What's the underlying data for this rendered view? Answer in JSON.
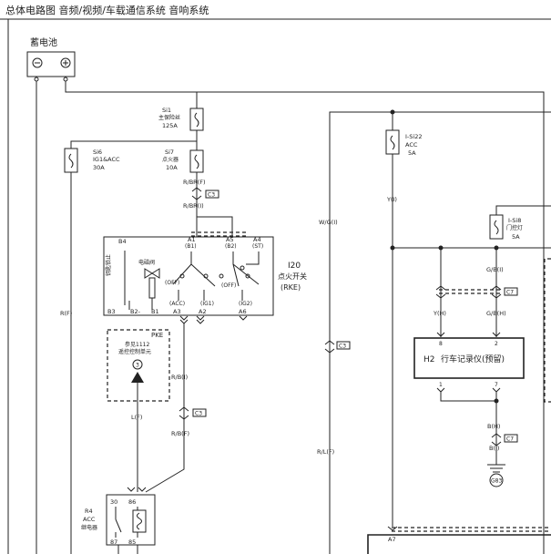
{
  "header": {
    "title": "总体电路图 音频/视频/车载通信系统 音响系统"
  },
  "battery": {
    "label": "蓄电池",
    "minus": "⊖",
    "plus": "⊕"
  },
  "fuses": {
    "si1": {
      "id": "Si1",
      "name": "主保险丝",
      "rating": "125A"
    },
    "si6": {
      "id": "Si6",
      "name": "IG1&ACC",
      "rating": "30A"
    },
    "si7": {
      "id": "Si7",
      "name": "点火器",
      "rating": "10A"
    },
    "isi22": {
      "id": "I-Si22",
      "name": "ACC",
      "rating": "5A"
    },
    "isi8": {
      "id": "I-Si8",
      "name": "门控灯",
      "rating": "5A"
    }
  },
  "wires": {
    "r_br_f": "R/BR(F)",
    "r_br_i": "R/BR(I)",
    "r_f": "R(F)",
    "r_b_i": "R/B(I)",
    "r_b_f": "R/B(F)",
    "l_f": "L(F)",
    "w_g_i": "W/G(I)",
    "r_l_f": "R/L(F)",
    "y_i": "Y(I)",
    "g_b_i": "G/B(I)",
    "y_h": "Y(H)",
    "g_b_h": "G/B(H)",
    "b_h": "B(H)",
    "b_i": "B(I)"
  },
  "connectors": {
    "c3": "C3",
    "c7": "C7"
  },
  "ignition": {
    "id": "I20",
    "name": "点火开关",
    "code": "(RKE)",
    "pins": {
      "b4": "B4",
      "a1": "A1",
      "a5": "A5",
      "a4": "A4",
      "b3": "B3",
      "b2": "B2-",
      "b1": "B1",
      "a3": "A3",
      "a2": "A2",
      "a6": "A6"
    },
    "pin_notes": {
      "bat": "(B1)",
      "b2": "(B2)",
      "st": "(ST)",
      "acc": "(ACC)",
      "ig1": "(IG1)",
      "ig2": "(IG2)",
      "off1": "(OFF)",
      "off2": "(OFF)"
    },
    "solenoid": "电磁阀",
    "module": "钥匙锁止"
  },
  "pke": {
    "label": "PKE",
    "desc1": "参见1112",
    "desc2": "遥控控制单元",
    "circle": "3"
  },
  "relay": {
    "id": "R4",
    "name": "ACC",
    "desc": "继电器",
    "p30": "30",
    "p86": "86",
    "p87": "87",
    "p85": "85"
  },
  "recorder": {
    "id": "H2",
    "name": "行车记录仪(预留)",
    "pin8": "8",
    "pin2": "2",
    "pin1": "1",
    "pin7": "7"
  },
  "ground": {
    "id": "G83"
  },
  "bottom_bus": {
    "pin": "A7"
  }
}
